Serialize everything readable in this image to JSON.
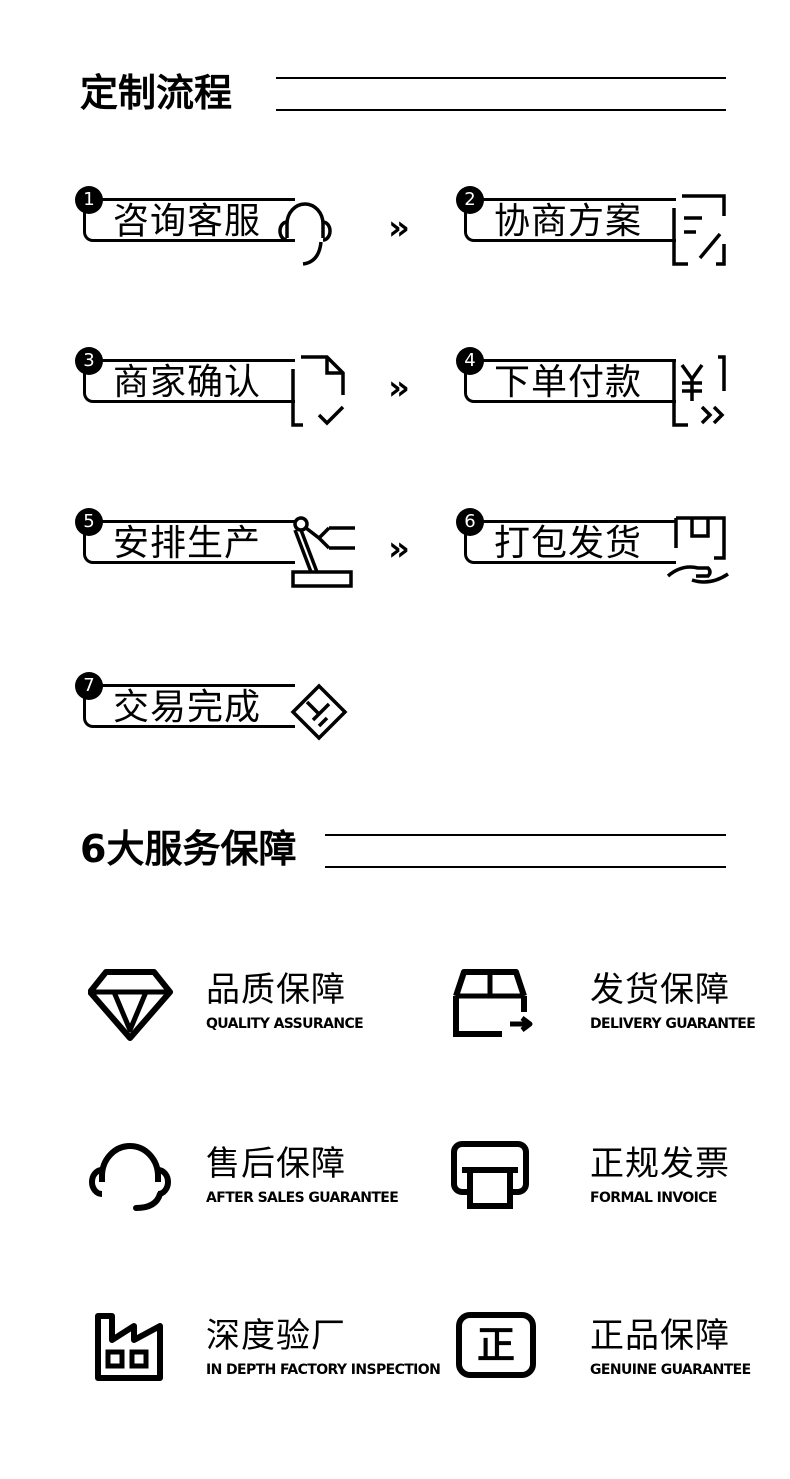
{
  "process": {
    "title": "定制流程",
    "separator": "»",
    "steps": [
      {
        "num": "1",
        "label": "咨询客服",
        "icon": "headset-icon"
      },
      {
        "num": "2",
        "label": "协商方案",
        "icon": "document-edit-icon"
      },
      {
        "num": "3",
        "label": "商家确认",
        "icon": "document-check-icon"
      },
      {
        "num": "4",
        "label": "下单付款",
        "icon": "yuan-payment-icon"
      },
      {
        "num": "5",
        "label": "安排生产",
        "icon": "robot-arm-icon"
      },
      {
        "num": "6",
        "label": "打包发货",
        "icon": "package-hand-icon"
      },
      {
        "num": "7",
        "label": "交易完成",
        "icon": "handshake-icon"
      }
    ]
  },
  "services": {
    "title": "6大服务保障",
    "items": [
      {
        "cn": "品质保障",
        "en": "QUALITY ASSURANCE",
        "icon": "diamond-icon"
      },
      {
        "cn": "发货保障",
        "en": "DELIVERY GUARANTEE",
        "icon": "box-delivery-icon"
      },
      {
        "cn": "售后保障",
        "en": "AFTER SALES GUARANTEE",
        "icon": "headset-icon"
      },
      {
        "cn": "正规发票",
        "en": "FORMAL INVOICE",
        "icon": "printer-icon"
      },
      {
        "cn": "深度验厂",
        "en": "IN DEPTH FACTORY INSPECTION",
        "icon": "factory-icon"
      },
      {
        "cn": "正品保障",
        "en": "GENUINE GUARANTEE",
        "icon": "genuine-badge-icon"
      }
    ],
    "badge_char": "正"
  }
}
